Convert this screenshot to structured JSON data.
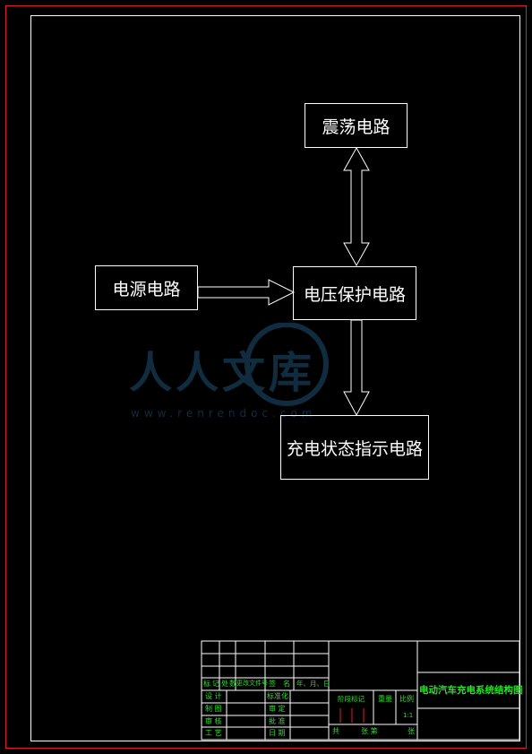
{
  "diagram": {
    "blocks": {
      "oscillator": "震荡电路",
      "power_supply": "电源电路",
      "voltage_protection": "电压保护电路",
      "charge_indicator": "充电状态指示电路"
    }
  },
  "watermark": {
    "text": "人人文库",
    "url": "www.renrendoc.com"
  },
  "title_block": {
    "row_labels": [
      "标",
      "记",
      "处",
      "数",
      "更改文件号",
      "签",
      "名",
      "年、月、日"
    ],
    "design": "设 计",
    "standardization": "标准化",
    "draw": "制 图",
    "proofread": "审 核",
    "process": "工 艺",
    "review": "审 定",
    "approve": "批 准",
    "date": "日 期",
    "stage_mark": "阶段标记",
    "weight": "重量",
    "scale": "比例",
    "scale_value": "1:1",
    "sheets_total": "共",
    "sheets_label": "张 第",
    "sheet_label": "张",
    "drawing_title": "电动汽车充电系统结构图"
  }
}
